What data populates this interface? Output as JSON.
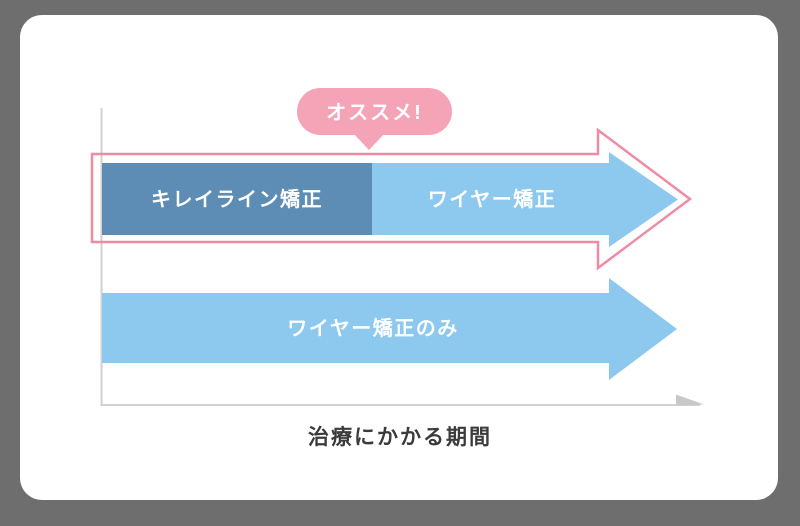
{
  "colors": {
    "background": "#6e6e6e",
    "card": "#ffffff",
    "kireiline_blue": "#5d8cb5",
    "wire_blue": "#8dc9ee",
    "badge_pink": "#f4a4b6",
    "outline_pink": "#ee8ca4",
    "axis_gray": "#d2d2d2",
    "axis_arrow_gray": "#c8c8c8",
    "axis_label_color": "#3b3b3b",
    "arrow_text_color": "#ffffff"
  },
  "diagram": {
    "badge": {
      "label": "オススメ!"
    },
    "rows": [
      {
        "name": "kireiline-plus-wire",
        "recommended": true,
        "segments": [
          "キレイライン矯正",
          "ワイヤー矯正"
        ]
      },
      {
        "name": "wire-only",
        "recommended": false,
        "segments": [
          "ワイヤー矯正のみ"
        ]
      }
    ],
    "axis": {
      "label": "治療にかかる期間"
    }
  }
}
